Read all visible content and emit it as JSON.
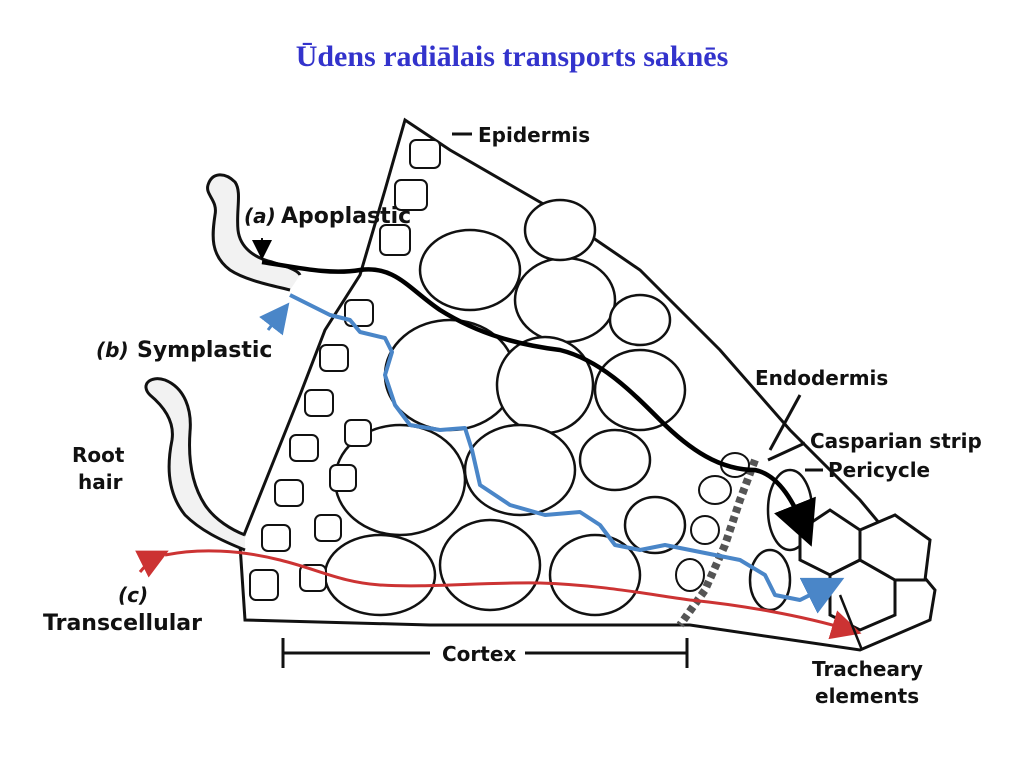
{
  "slide": {
    "title": "Ūdens radiālais transports saknēs"
  },
  "labels": {
    "epidermis": "Epidermis",
    "apoplastic_letter": "(a)",
    "apoplastic": "Apoplastic",
    "symplastic_letter": "(b)",
    "symplastic": "Symplastic",
    "root_hair_1": "Root",
    "root_hair_2": "hair",
    "transcellular_letter": "(c)",
    "transcellular": "Transcellular",
    "cortex": "Cortex",
    "endodermis": "Endodermis",
    "casparian": "Casparian strip",
    "pericycle": "Pericycle",
    "tracheary_1": "Tracheary",
    "tracheary_2": "elements"
  },
  "pathways": [
    {
      "id": "apoplastic",
      "color": "#000000"
    },
    {
      "id": "symplastic",
      "color": "#4a86c8"
    },
    {
      "id": "transcellular",
      "color": "#cc3333"
    }
  ]
}
